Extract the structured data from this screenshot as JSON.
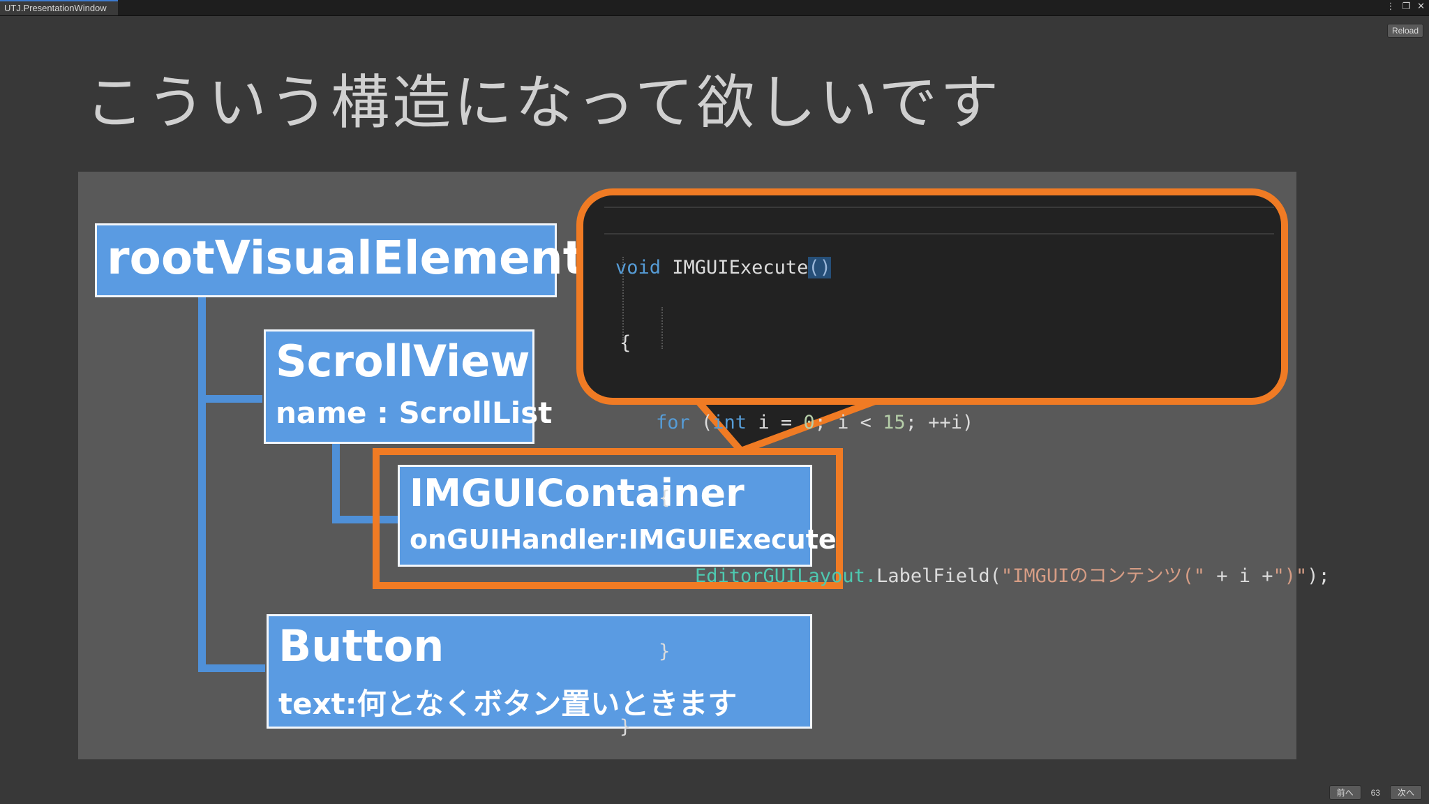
{
  "window": {
    "tab_title": "UTJ.PresentationWindow",
    "menu_icon": "kebab-menu-icon",
    "maximize_icon": "maximize-icon",
    "close_icon": "close-icon"
  },
  "toolbar": {
    "reload_label": "Reload"
  },
  "slide": {
    "title": "こういう構造になって欲しいです",
    "nodes": {
      "root": {
        "main": "rootVisualElement"
      },
      "scrollview": {
        "main": "ScrollView",
        "sub": "name : ScrollList"
      },
      "imgui": {
        "main": "IMGUIContainer",
        "sub": "onGUIHandler:IMGUIExecute"
      },
      "button": {
        "main": "Button",
        "sub": "text:何となくボタン置いときます"
      }
    },
    "code": {
      "l1_kw": "void",
      "l1_name": " IMGUIExecute",
      "l1_paren": "()",
      "l2": "{",
      "l3_kw": "for",
      "l3_a": " (",
      "l3_int": "int",
      "l3_b": " i = ",
      "l3_zero": "0",
      "l3_c": "; i < ",
      "l3_fifteen": "15",
      "l3_d": "; ++i)",
      "l4": "{",
      "l5_type": "EditorGUILayout.",
      "l5_method": "LabelField(",
      "l5_str": "\"IMGUIのコンテンツ(\"",
      "l5_mid": " + i +",
      "l5_str2": "\")\"",
      "l5_end": ");",
      "l6": "}",
      "l7": "}"
    },
    "colors": {
      "accent_orange": "#f07b24",
      "node_blue": "#5a9be2"
    }
  },
  "footer": {
    "prev_label": "前へ",
    "page_number": "63",
    "next_label": "次へ"
  }
}
